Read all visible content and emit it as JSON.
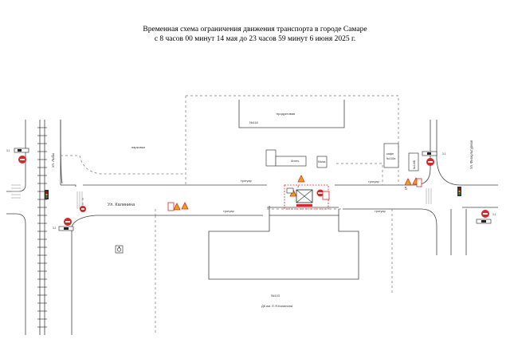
{
  "title": {
    "line1": "Временная схема ограничения движения транспорта в городе Самаре",
    "line2": "с 8 часов 00 минут 14 мая до 23 часов 59 минут 6 июня 2025 г."
  },
  "streets": {
    "left_vertical": "Ул. Лыбы",
    "main": "Ул. Калинина",
    "right_vertical": "Ул. Физкультурная"
  },
  "labels": {
    "parking": "парковка",
    "sidewalk_left": "тротуар",
    "sidewalk_right": "тротуар",
    "sidewalk_top": "тротуар",
    "sidewalk_mid": "тротуар",
    "building_top": "продуктовая",
    "building_top_num": "№116",
    "cafe": "кафе",
    "cafe_num": "№116а",
    "booth": "Аптеч.",
    "small_box": "Магаз.",
    "building_bottom_num": "№143",
    "dk_name": "ДК им. Е.Я.Калинина",
    "tall_box": "№116Б",
    "sign_num_1": "5",
    "sign_num_2": "3",
    "sign_code_1": "3.1",
    "sign_code_2": "3.1",
    "sign_code_3": "3.1",
    "sign_code_4": "3.1"
  },
  "colors": {
    "road_line": "#444444",
    "dashed_line": "#777777",
    "no_entry": "#d62828",
    "warning": "#e8a317",
    "traffic_light_green": "#2e9b2e",
    "barrier_red": "#d62828"
  }
}
